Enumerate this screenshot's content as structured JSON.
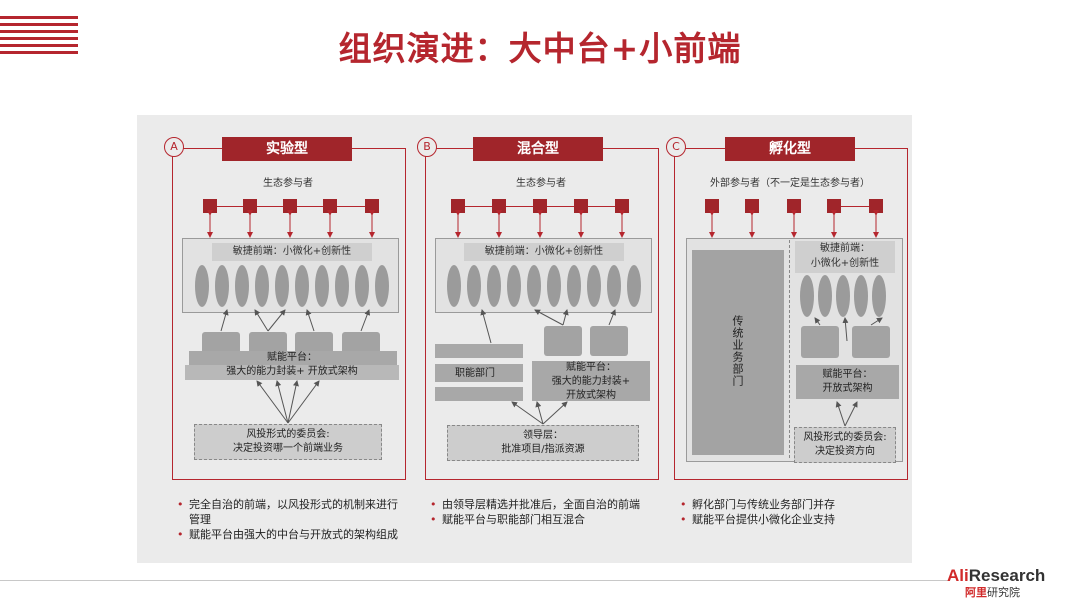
{
  "title": "组织演进：大中台+小前端",
  "columns": [
    {
      "letter": "A",
      "header": "实验型",
      "participants": "生态参与者",
      "agile": "敏捷前端：小微化+创新性",
      "platform": [
        "赋能平台：",
        "强大的能力封装+ 开放式架构"
      ],
      "committee": [
        "风投形式的委员会:",
        "决定投资哪一个前端业务"
      ],
      "bullets": [
        "完全自治的前端，以风投形式的机制来进行管理",
        "赋能平台由强大的中台与开放式的架构组成"
      ]
    },
    {
      "letter": "B",
      "header": "混合型",
      "participants": "生态参与者",
      "agile": "敏捷前端：小微化+创新性",
      "functional": "职能部门",
      "platform": [
        "赋能平台：",
        "强大的能力封装+",
        "开放式架构"
      ],
      "committee": [
        "领导层：",
        "批准项目/指派资源"
      ],
      "bullets": [
        "由领导层精选并批准后，全面自治的前端",
        "赋能平台与职能部门相互混合"
      ]
    },
    {
      "letter": "C",
      "header": "孵化型",
      "participants": "外部参与者（不一定是生态参与者）",
      "traditional": "传统业务部门",
      "agile": [
        "敏捷前端：",
        "小微化+创新性"
      ],
      "platform": [
        "赋能平台：",
        "开放式架构"
      ],
      "committee": [
        "风投形式的委员会:",
        "决定投资方向"
      ],
      "bullets": [
        "孵化部门与传统业务部门并存",
        "赋能平台提供小微化企业支持"
      ]
    }
  ],
  "logo": {
    "line1_ali": "Ali",
    "line1_rest": "Research",
    "line2_ali": "阿里",
    "line2_rest": "研究院"
  },
  "colors": {
    "accent": "#b5262e",
    "header_fill": "#a0252a",
    "panel_bg": "#ebebeb"
  }
}
